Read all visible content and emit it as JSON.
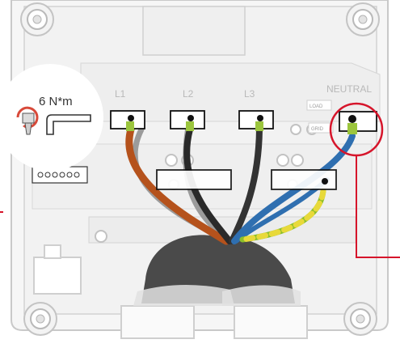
{
  "terminals": {
    "l1": "L1",
    "l2": "L2",
    "l3": "L3",
    "neutral": "NEUTRAL"
  },
  "sub_labels": {
    "load": "LOAD",
    "grid": "GRID"
  },
  "torque": {
    "value": "6 N*m"
  },
  "colors": {
    "wire_brown": "#b5521c",
    "wire_black": "#2a2a2a",
    "wire_grey": "#8f8f8f",
    "wire_blue": "#2f6fb0",
    "wire_earth_green": "#8cbf2a",
    "wire_earth_yellow": "#e8d93a",
    "callout_red": "#d6152b",
    "torque_arrow_red": "#d84a3a",
    "ferrule_green": "#9bc53d"
  }
}
